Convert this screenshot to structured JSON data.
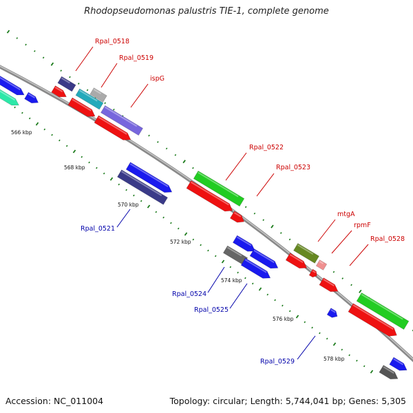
{
  "title": "Rhodopseudomonas palustris TIE-1, complete genome",
  "accession": "Accession: NC_011004",
  "topology": "Topology: circular; Length: 5,744,041 bp; Genes: 5,305",
  "colors": {
    "backbone": "#8a8a8a",
    "tick": "#1a7a1a",
    "label_forward": "#cc0000",
    "label_reverse": "#0000aa"
  },
  "ticks": [
    {
      "label": "566 kbp"
    },
    {
      "label": "568 kbp"
    },
    {
      "label": "570 kbp"
    },
    {
      "label": "572 kbp"
    },
    {
      "label": "574 kbp"
    },
    {
      "label": "576 kbp"
    },
    {
      "label": "578 kbp"
    }
  ],
  "gene_labels_forward": [
    {
      "name": "Rpal_0518"
    },
    {
      "name": "Rpal_0519"
    },
    {
      "name": "ispG"
    },
    {
      "name": "Rpal_0522"
    },
    {
      "name": "Rpal_0523"
    },
    {
      "name": "mtgA"
    },
    {
      "name": "rpmF"
    },
    {
      "name": "Rpal_0528"
    }
  ],
  "gene_labels_reverse": [
    {
      "name": "Rpal_0521"
    },
    {
      "name": "Rpal_0524"
    },
    {
      "name": "Rpal_0525"
    },
    {
      "name": "Rpal_0529"
    }
  ]
}
